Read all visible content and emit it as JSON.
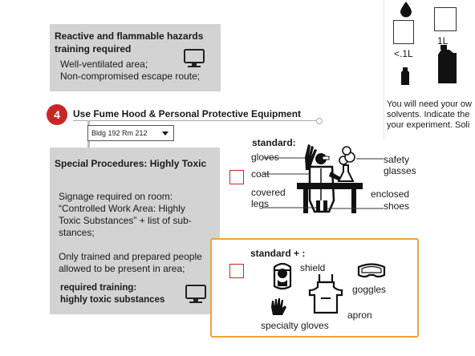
{
  "hazard_box": {
    "title": "Reactive and flammable hazards training required",
    "lines": [
      "Well-ventilated area;",
      "Non-compromised escape route;"
    ]
  },
  "container_panel": {
    "sizes": [
      "<.1L",
      "1L"
    ],
    "text_lines": [
      "You will need your ow",
      "solvents. Indicate the",
      "your experiment.  Soli"
    ]
  },
  "step": {
    "number": "4",
    "title": "Use Fume Hood & Personal Protective Equipment",
    "location_select": "Bldg 192 Rm 212"
  },
  "special_box": {
    "title": "Special Procedures: Highly Toxic",
    "para1": [
      "Signage required on room:",
      "“Controlled Work Area: Highly",
      "Toxic Substances” + list of sub-",
      "stances;"
    ],
    "para2": [
      "Only trained and prepared people",
      "allowed to be present in area;"
    ],
    "training": [
      "required training:",
      "highly toxic substances"
    ]
  },
  "standard_ppe": {
    "heading": "standard:",
    "gloves": "gloves",
    "coat": "coat",
    "legs": [
      "covered",
      "legs"
    ],
    "glasses": [
      "safety",
      "glasses"
    ],
    "shoes": [
      "enclosed",
      "shoes"
    ]
  },
  "extra_ppe": {
    "heading": "standard + :",
    "shield": "shield",
    "goggles": "goggles",
    "apron": "apron",
    "gloves": "specialty gloves",
    "highlight_color": "#f0a23c"
  },
  "colors": {
    "step_badge": "#c62828",
    "gray_box": "#d3d3d3",
    "checkbox_border": "#c62828"
  }
}
